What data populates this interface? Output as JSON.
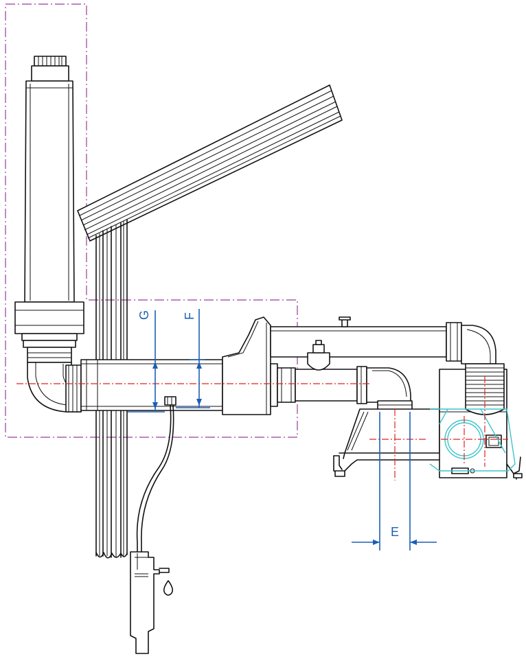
{
  "dimensions": {
    "e": {
      "label": "E"
    },
    "f": {
      "label": "F"
    },
    "g": {
      "label": "G"
    }
  },
  "colors": {
    "line": "#111111",
    "boundary": "#9b3b9b",
    "center_axis": "#e32020",
    "dimension": "#1b5fb5",
    "accessory": "#3bc4c9"
  }
}
